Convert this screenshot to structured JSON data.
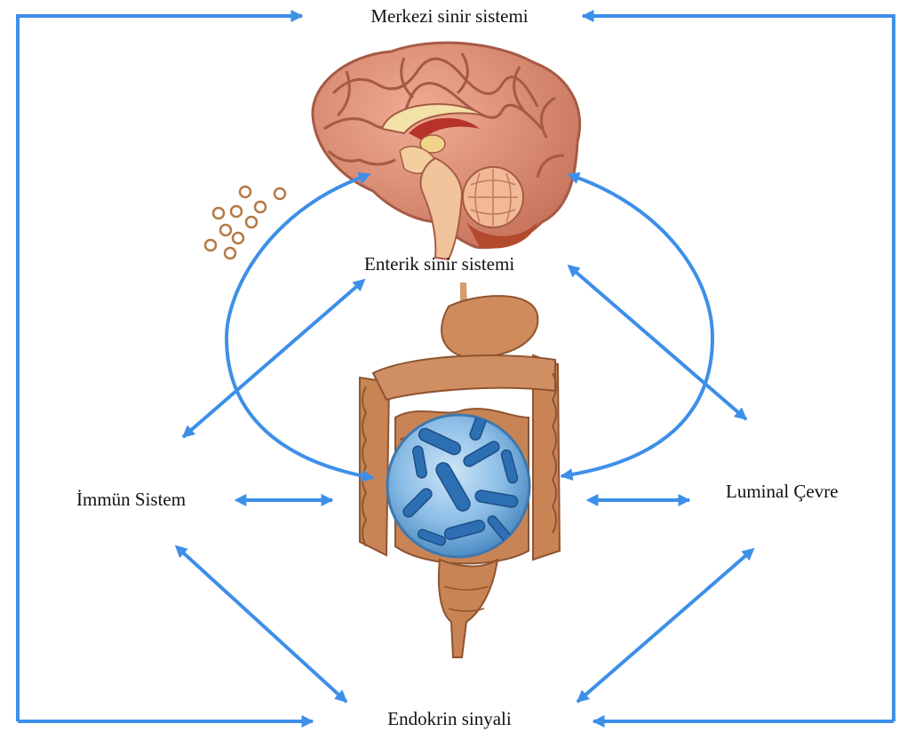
{
  "diagram": {
    "labels": {
      "central_nervous_system": "Merkezi sinir sistemi",
      "enteric_nervous_system": "Enterik sinir sistemi",
      "immune_system": "İmmün Sistem",
      "luminal_environment": "Luminal Çevre",
      "endocrine_signal": "Endokrin sinyali"
    },
    "images": [
      "brain-illustration",
      "intestine-illustration",
      "microbiota-circle"
    ],
    "colors": {
      "arrow": "#3d8fe8",
      "brain": "#d88a73",
      "brain_dark": "#a65a45",
      "intestine": "#c98455",
      "intestine_dark": "#8e5430",
      "microbe_circle": "#6aa9dc",
      "microbe": "#2d6fb3",
      "vesicle": "#b47a44",
      "text": "#111111"
    }
  }
}
